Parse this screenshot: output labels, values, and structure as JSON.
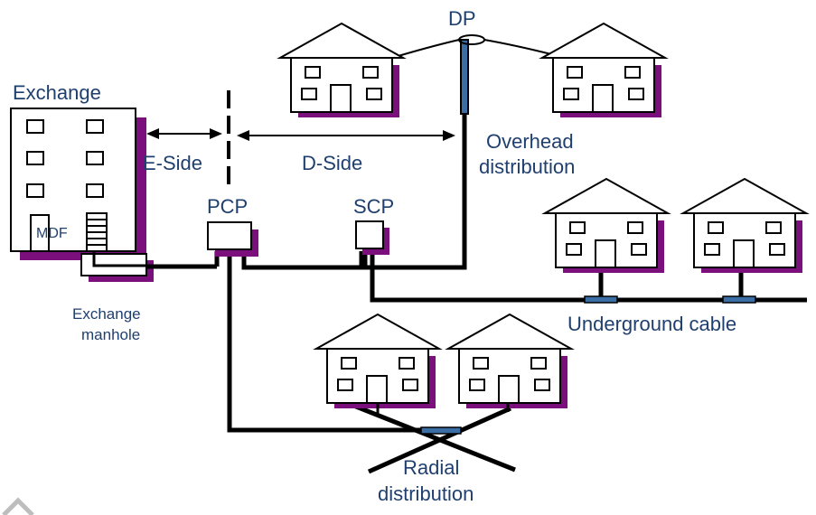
{
  "labels": {
    "exchange": "Exchange",
    "mdf": "MDF",
    "exchange_manhole_1": "Exchange",
    "exchange_manhole_2": "manhole",
    "e_side": "E-Side",
    "d_side": "D-Side",
    "pcp": "PCP",
    "scp": "SCP",
    "dp": "DP",
    "overhead_1": "Overhead",
    "overhead_2": "distribution",
    "underground": "Underground cable",
    "radial_1": "Radial",
    "radial_2": "distribution"
  },
  "colors": {
    "text": "#1f3f6e",
    "shadow": "#7b0f7b",
    "line": "#000000",
    "pole": "#3a6ea5"
  },
  "icons": {
    "house": "house-icon",
    "home_nav": "home-icon"
  }
}
